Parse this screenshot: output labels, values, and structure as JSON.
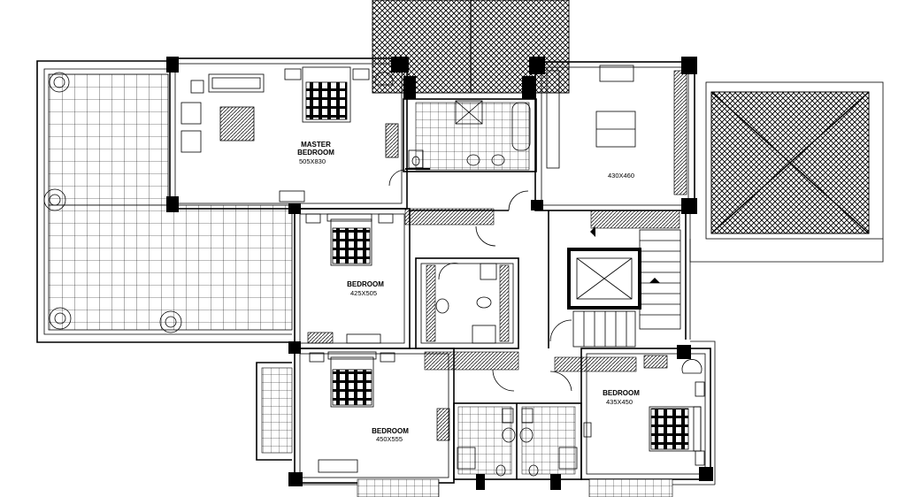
{
  "rooms": {
    "master": {
      "name_line1": "MASTER",
      "name_line2": "BEDROOM",
      "size": "505X830"
    },
    "room_top_right": {
      "size": "430X460"
    },
    "bedroom_middle": {
      "name": "BEDROOM",
      "size": "425X505"
    },
    "bedroom_bottom_left": {
      "name": "BEDROOM",
      "size": "450X555"
    },
    "bedroom_right": {
      "name": "BEDROOM",
      "size": "435X450"
    }
  },
  "colors": {
    "line": "#000000",
    "background": "#ffffff"
  }
}
